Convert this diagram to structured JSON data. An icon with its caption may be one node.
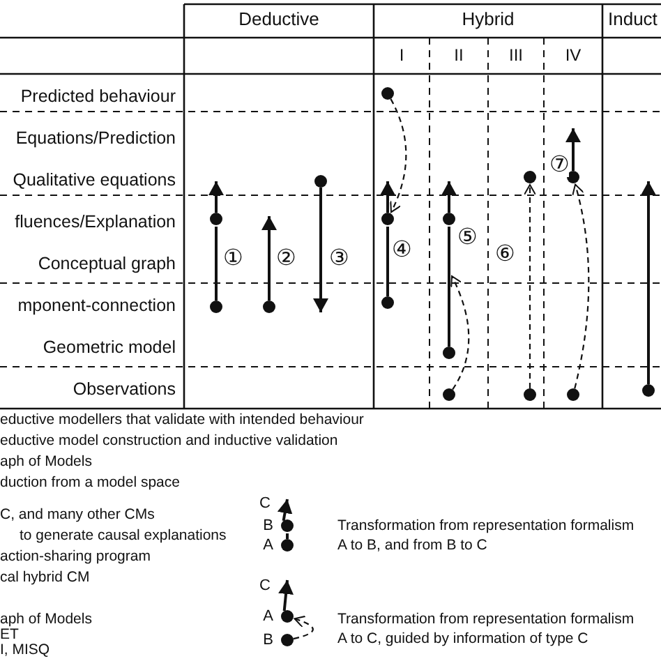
{
  "diagram": {
    "nodes": [
      {
        "text": [],
        "shape": "circle"
      },
      {
        "text": [],
        "shape": "circle"
      },
      {
        "text": [],
        "shape": "circle"
      },
      {
        "text": [],
        "shape": "circle"
      },
      {
        "text": [],
        "shape": "circle"
      },
      {
        "text": [],
        "shape": "circle"
      },
      {
        "text": [],
        "shape": "circle"
      },
      {
        "text": [],
        "shape": "circle"
      },
      {
        "text": [],
        "shape": "circle"
      },
      {
        "text": [],
        "shape": "circle"
      },
      {
        "text": [],
        "shape": "circle"
      },
      {
        "text": [],
        "shape": "circle"
      },
      {
        "text": [],
        "shape": "circle"
      },
      {
        "text": [],
        "shape": "circle"
      },
      {
        "text": [],
        "shape": "circle"
      },
      {
        "text": [],
        "shape": "circle",
        "beside": [
          "B"
        ]
      },
      {
        "text": [],
        "shape": "circle",
        "beside": [
          "A"
        ]
      },
      {
        "text": [],
        "shape": "circle",
        "beside": [
          "A"
        ]
      },
      {
        "text": [],
        "shape": "circle",
        "beside": [
          "B"
        ]
      },
      {
        "text": [
          "C"
        ]
      },
      {
        "text": [
          "C"
        ]
      }
    ],
    "edges": [
      {
        "from": 0,
        "to": 1,
        "arrow": "none"
      },
      {
        "from": 1,
        "to": null,
        "arrow": "to"
      },
      {
        "from": 2,
        "to": null,
        "arrow": "to"
      },
      {
        "from": 3,
        "to": null,
        "arrow": "to"
      },
      {
        "from": 6,
        "to": 5,
        "arrow": "none"
      },
      {
        "from": 5,
        "to": null,
        "arrow": "to"
      },
      {
        "from": 4,
        "to": 5,
        "arrow": "to",
        "style": "dashed"
      },
      {
        "from": 8,
        "to": 7,
        "arrow": "none"
      },
      {
        "from": 7,
        "to": null,
        "arrow": "to"
      },
      {
        "from": 9,
        "to": null,
        "arrow": "to",
        "style": "dashed"
      },
      {
        "from": 11,
        "to": 10,
        "arrow": "to",
        "style": "dashed"
      },
      {
        "from": 12,
        "to": null,
        "arrow": "to"
      },
      {
        "from": 13,
        "to": 12,
        "arrow": "to",
        "style": "dashed"
      },
      {
        "from": 14,
        "to": null,
        "arrow": "to"
      },
      {
        "from": 16,
        "to": 15,
        "arrow": "none"
      },
      {
        "from": 15,
        "to": 19,
        "arrow": "to"
      },
      {
        "from": 17,
        "to": 20,
        "arrow": "to"
      },
      {
        "from": 18,
        "to": 17,
        "arrow": "to",
        "style": "dashed"
      }
    ],
    "labels": [
      "Deductive",
      "Hybrid",
      "Induct",
      "I",
      "II",
      "III",
      "IV",
      "Predicted behaviour",
      "Equations/Prediction",
      "Qualitative equations",
      "fluences/Explanation",
      "Conceptual graph",
      "mponent-connection",
      "Geometric model",
      "Observations",
      "①",
      "②",
      "③",
      "④",
      "⑤",
      "⑥",
      "⑦",
      "eductive modellers that validate with intended behaviour",
      "eductive model construction and inductive validation",
      "aph of Models",
      "duction from a model space",
      "C, and many other CMs",
      "to generate causal explanations",
      "action-sharing program",
      "cal hybrid CM",
      "aph of Models",
      "ET",
      "I, MISQ",
      "Transformation from representation formalism",
      "A to B, and from B to C",
      "Transformation from representation formalism",
      "A to C, guided by information of type C"
    ]
  }
}
